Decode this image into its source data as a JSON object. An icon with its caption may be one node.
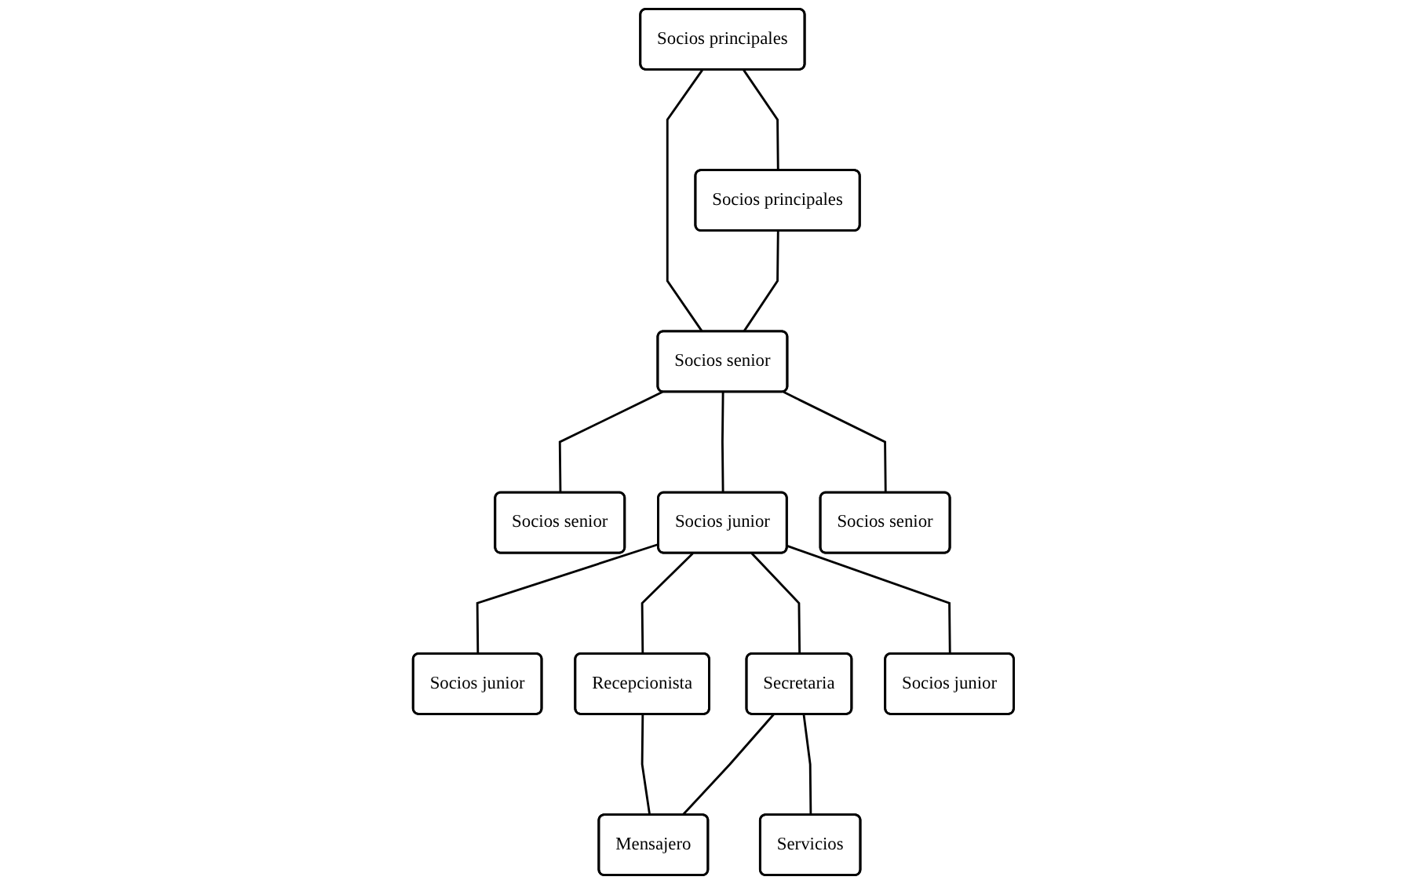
{
  "diagram": {
    "nodes": [
      {
        "text": [
          "Socios principales"
        ]
      },
      {
        "text": [
          "Socios principales"
        ]
      },
      {
        "text": [
          "Socios senior"
        ]
      },
      {
        "text": [
          "Socios senior"
        ]
      },
      {
        "text": [
          "Socios senior"
        ]
      },
      {
        "text": [
          "Socios junior"
        ]
      },
      {
        "text": [
          "Socios junior"
        ]
      },
      {
        "text": [
          "Socios junior"
        ]
      },
      {
        "text": [
          "Recepcionista"
        ]
      },
      {
        "text": [
          "Secretaria"
        ]
      },
      {
        "text": [
          "Mensajero"
        ]
      },
      {
        "text": [
          "Servicios"
        ]
      }
    ],
    "edges": [
      {
        "from": 0,
        "to": 1,
        "arrow": "none"
      },
      {
        "from": 0,
        "to": 3,
        "arrow": "none"
      },
      {
        "from": 1,
        "to": 3,
        "arrow": "none"
      },
      {
        "from": 3,
        "to": 2,
        "arrow": "none"
      },
      {
        "from": 3,
        "to": 4,
        "arrow": "none"
      },
      {
        "from": 3,
        "to": 6,
        "arrow": "none"
      },
      {
        "from": 6,
        "to": 5,
        "arrow": "none"
      },
      {
        "from": 6,
        "to": 7,
        "arrow": "none"
      },
      {
        "from": 6,
        "to": 8,
        "arrow": "none"
      },
      {
        "from": 6,
        "to": 9,
        "arrow": "none"
      },
      {
        "from": 8,
        "to": 10,
        "arrow": "none"
      },
      {
        "from": 9,
        "to": 10,
        "arrow": "none"
      },
      {
        "from": 9,
        "to": 11,
        "arrow": "none"
      }
    ]
  }
}
